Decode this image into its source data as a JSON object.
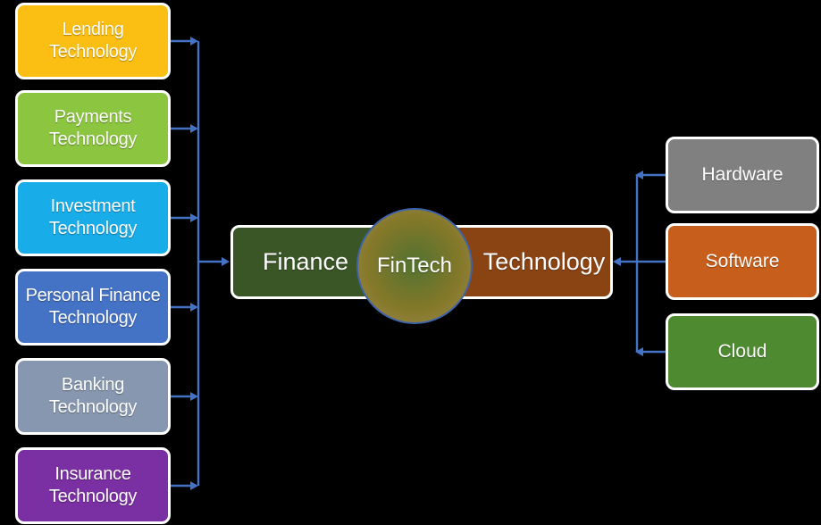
{
  "css_vars": {
    "bg": "#000000",
    "arrow": "#4472C4",
    "text": "#FFFFFF",
    "box-border": "#FFFFFF",
    "hub-center": "#527230",
    "hub-mid": "#857829",
    "hub-edge": "#9E8B52",
    "hub-border": "#3E63A8"
  },
  "diagram": {
    "hub": {
      "label": "FinTech"
    },
    "finance_node": {
      "label": "Finance",
      "color": "#3B5626"
    },
    "technology_node": {
      "label": "Technology",
      "color": "#8A4414"
    },
    "finance_sources": [
      {
        "label": "Lending Technology",
        "color": "#FBBE12"
      },
      {
        "label": "Payments Technology",
        "color": "#8CC540"
      },
      {
        "label": "Investment Technology",
        "color": "#18ACE8"
      },
      {
        "label": "Personal Finance Technology",
        "color": "#4472C4"
      },
      {
        "label": "Banking Technology",
        "color": "#8697AF"
      },
      {
        "label": "Insurance Technology",
        "color": "#7A2FA2"
      }
    ],
    "technology_sources": [
      {
        "label": "Hardware",
        "color": "#808080"
      },
      {
        "label": "Software",
        "color": "#C85E1B"
      },
      {
        "label": "Cloud",
        "color": "#4E8A30"
      }
    ]
  }
}
